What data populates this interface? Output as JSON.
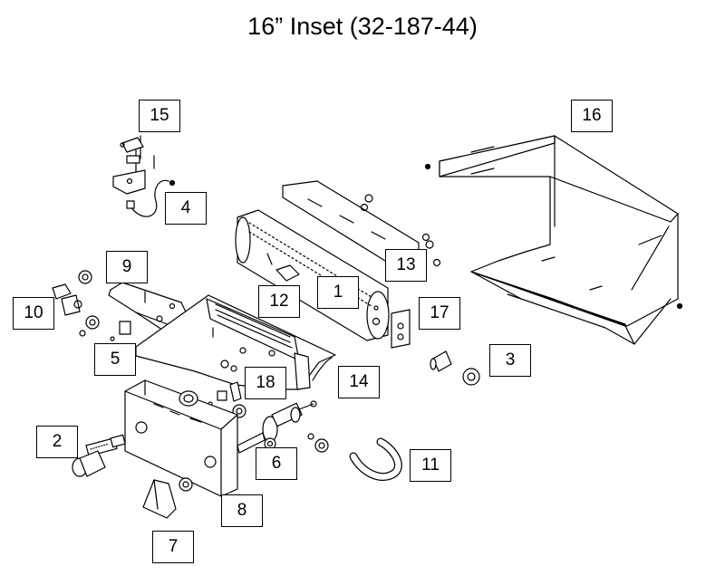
{
  "title": "16” Inset (32-187-44)",
  "callouts": [
    "1",
    "2",
    "3",
    "4",
    "5",
    "6",
    "7",
    "8",
    "9",
    "10",
    "11",
    "12",
    "13",
    "14",
    "15",
    "16",
    "17",
    "18"
  ],
  "colors": {
    "line": "#000000",
    "background": "#ffffff"
  }
}
